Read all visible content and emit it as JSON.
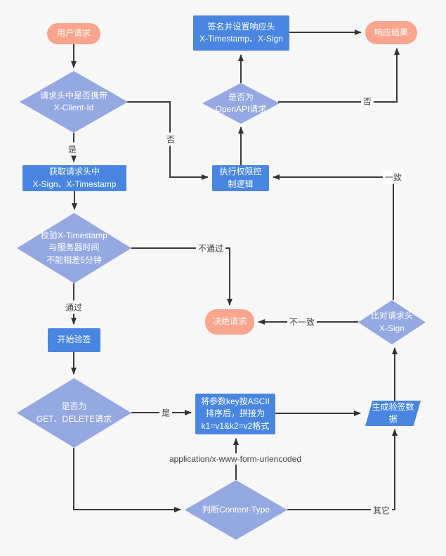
{
  "colors": {
    "background": "#f7f7f7",
    "process_fill": "#4886e1",
    "decision_fill": "#94a8e2",
    "terminal_fill": "#f9a48c",
    "node_text": "#ffffff",
    "edge_line": "#3a3a3a",
    "edge_label_text": "#3f3f3f"
  },
  "nodes": {
    "start": "用户请求",
    "check_client_id": "请求头中是否携带\nX-Client-Id",
    "get_headers": "获取请求头中\nX-Sign、X-Timestamp",
    "check_timestamp": "校验X-Timestamp\n与服务器时间\n不能相差5分钟",
    "start_verify": "开始验签",
    "check_method": "是否为\nGET、DELETE请求",
    "sort_params": "将参数key按ASCII\n排序后，拼接为\nk1=v1&k2=v2格式",
    "check_content_type": "判断Content-Type",
    "gen_sign_data": "生成验签数\n据",
    "compare_sign": "比对请求头\nX-Sign",
    "reject": "决绝请求",
    "exec_permission": "执行权限控\n制逻辑",
    "check_openapi": "是否为\nOpenAPI请求",
    "sign_response": "签名并设置响应头\nX-Timestamp、X-Sign",
    "response": "响应结果"
  },
  "edge_labels": {
    "yes_client": "是",
    "no_client": "否",
    "pass": "通过",
    "no_pass": "不通过",
    "yes_method": "是",
    "form_urlencoded": "application/x-www-form-urlencoded",
    "other": "其它",
    "no_match": "不一致",
    "match": "一致",
    "no_openapi": "否"
  }
}
